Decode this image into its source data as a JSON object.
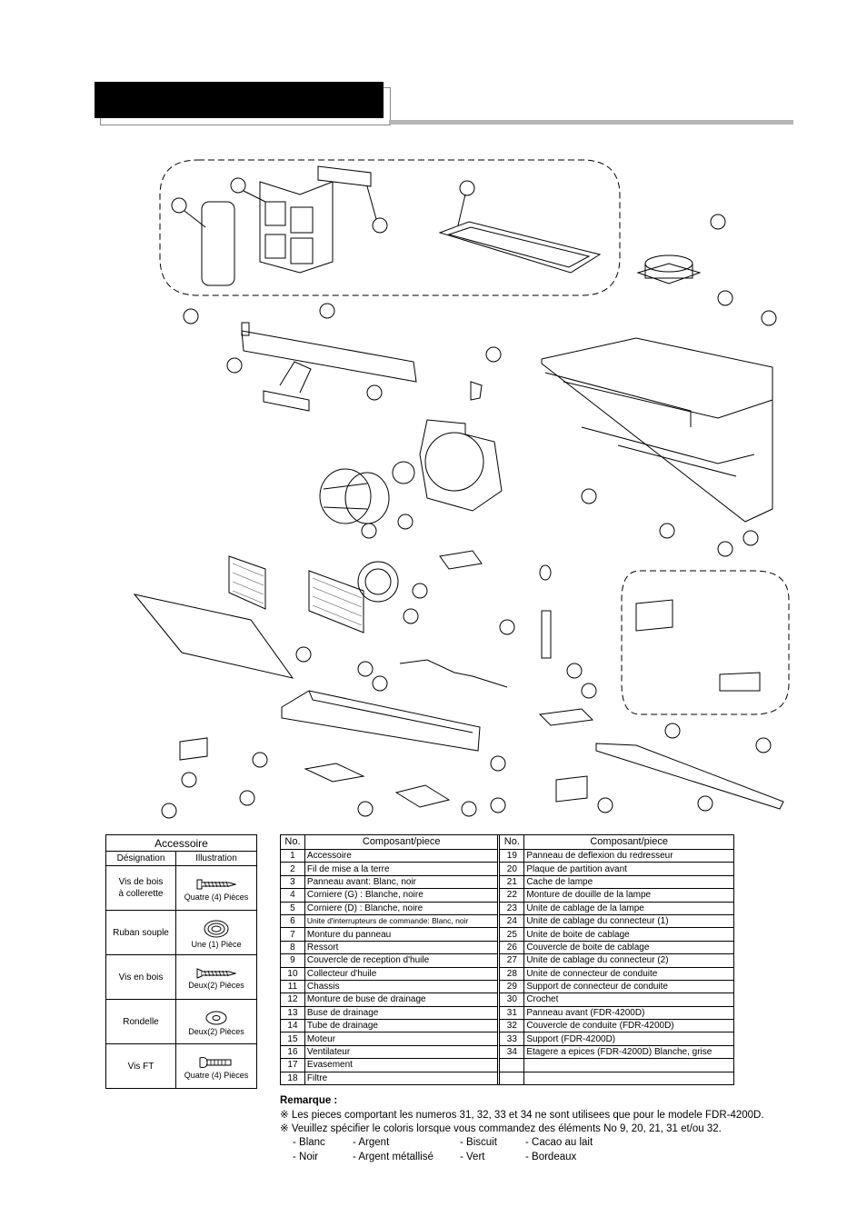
{
  "accessory": {
    "title": "Accessoire",
    "col_designation": "Désignation",
    "col_illustration": "Illustration",
    "items": [
      {
        "name_line1": "Vis de bois",
        "name_line2": "à collerette",
        "qty": "Quatre (4) Pièces",
        "icon": "flange-wood-screw-icon"
      },
      {
        "name_line1": "Ruban souple",
        "name_line2": "",
        "qty": "Une (1) Pièce",
        "icon": "flexible-tape-roll-icon"
      },
      {
        "name_line1": "Vis en bois",
        "name_line2": "",
        "qty": "Deux(2) Pièces",
        "icon": "wood-screw-icon"
      },
      {
        "name_line1": "Rondelle",
        "name_line2": "",
        "qty": "Deux(2) Pièces",
        "icon": "washer-icon"
      },
      {
        "name_line1": "Vis FT",
        "name_line2": "",
        "qty": "Quatre (4) Pièces",
        "icon": "ft-screw-icon"
      }
    ]
  },
  "parts": {
    "col_no": "No.",
    "col_name": "Composant/piece",
    "left": [
      {
        "no": "1",
        "name": "Accessoire"
      },
      {
        "no": "2",
        "name": "Fil de mise a la terre"
      },
      {
        "no": "3",
        "name": "Panneau avant: Blanc, noir"
      },
      {
        "no": "4",
        "name": "Corniere (G) : Blanche, noire"
      },
      {
        "no": "5",
        "name": "Corniere (D) : Blanche, noire"
      },
      {
        "no": "6",
        "name": "Unite d'interrupteurs de commande: Blanc, noir"
      },
      {
        "no": "7",
        "name": "Monture du panneau"
      },
      {
        "no": "8",
        "name": "Ressort"
      },
      {
        "no": "9",
        "name": "Couvercle de reception d'huile"
      },
      {
        "no": "10",
        "name": "Collecteur d'huile"
      },
      {
        "no": "11",
        "name": "Chassis"
      },
      {
        "no": "12",
        "name": "Monture de buse de drainage"
      },
      {
        "no": "13",
        "name": "Buse de drainage"
      },
      {
        "no": "14",
        "name": "Tube de drainage"
      },
      {
        "no": "15",
        "name": "Moteur"
      },
      {
        "no": "16",
        "name": "Ventilateur"
      },
      {
        "no": "17",
        "name": "Evasement"
      },
      {
        "no": "18",
        "name": "Filtre"
      }
    ],
    "right": [
      {
        "no": "19",
        "name": "Panneau de deflexion du redresseur"
      },
      {
        "no": "20",
        "name": "Plaque de partition avant"
      },
      {
        "no": "21",
        "name": "Cache de lampe"
      },
      {
        "no": "22",
        "name": "Monture de douille de la lampe"
      },
      {
        "no": "23",
        "name": "Unite de cablage de la lampe"
      },
      {
        "no": "24",
        "name": "Unite de cablage du connecteur (1)"
      },
      {
        "no": "25",
        "name": "Unite de boite de cablage"
      },
      {
        "no": "26",
        "name": "Couvercle de boite de cablage"
      },
      {
        "no": "27",
        "name": "Unite de cablage du connecteur (2)"
      },
      {
        "no": "28",
        "name": "Unite de connecteur de conduite"
      },
      {
        "no": "29",
        "name": "Support de connecteur de conduite"
      },
      {
        "no": "30",
        "name": "Crochet"
      },
      {
        "no": "31",
        "name": "Panneau avant (FDR-4200D)"
      },
      {
        "no": "32",
        "name": "Couvercle de conduite (FDR-4200D)"
      },
      {
        "no": "33",
        "name": "Support (FDR-4200D)"
      },
      {
        "no": "34",
        "name": "Etagere a epices (FDR-4200D) Blanche, grise"
      },
      {
        "no": "",
        "name": ""
      },
      {
        "no": "",
        "name": ""
      }
    ]
  },
  "remark": {
    "title": "Remarque :",
    "line1": "※ Les pieces comportant les numeros 31, 32, 33 et 34 ne sont utilisees que pour le modele FDR-4200D.",
    "line2": "※ Veuillez spécifier le coloris lorsque vous commandez des éléments No  9, 20, 21, 31 et/ou 32.",
    "colors": [
      "- Blanc",
      "- Argent",
      "- Biscuit",
      "- Cacao au lait",
      "- Noir",
      "- Argent métallisé",
      "- Vert",
      "- Bordeaux"
    ]
  }
}
